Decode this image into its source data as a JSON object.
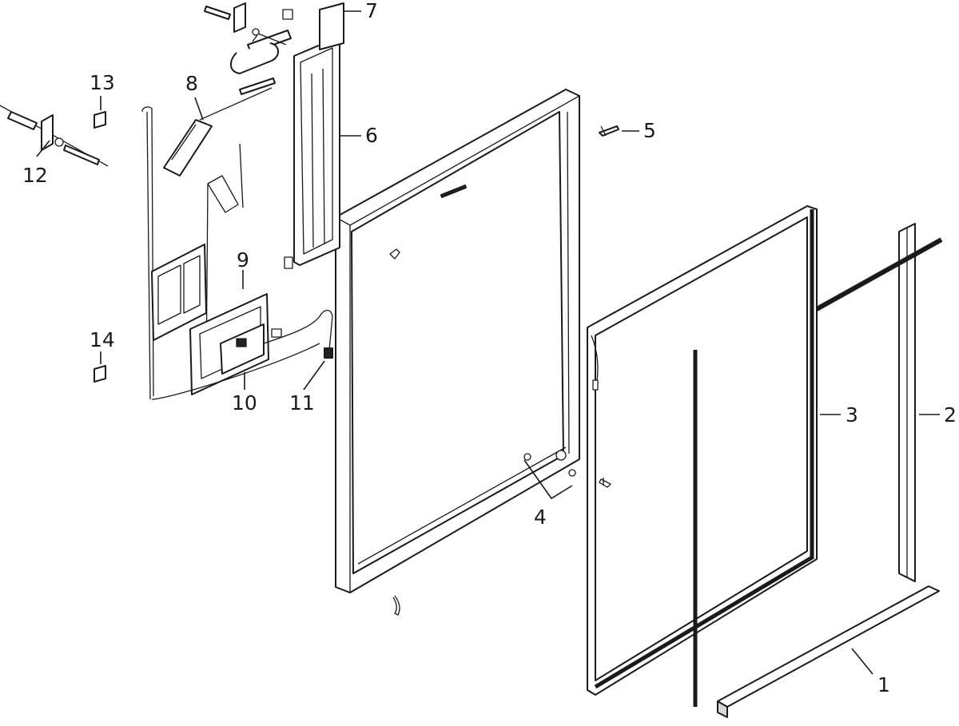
{
  "diagram": {
    "callouts": {
      "p1": "1",
      "p2": "2",
      "p3": "3",
      "p4": "4",
      "p5": "5",
      "p6": "6",
      "p7": "7",
      "p8": "8",
      "p9": "9",
      "p10": "10",
      "p11": "11",
      "p12": "12",
      "p13": "13",
      "p14": "14"
    },
    "colors": {
      "line": "#1a1a1a",
      "glass_gradient_center": "#e6e6e6",
      "frame_fill": "#ffffff",
      "sealing_strip": "#d9d9d9"
    }
  }
}
